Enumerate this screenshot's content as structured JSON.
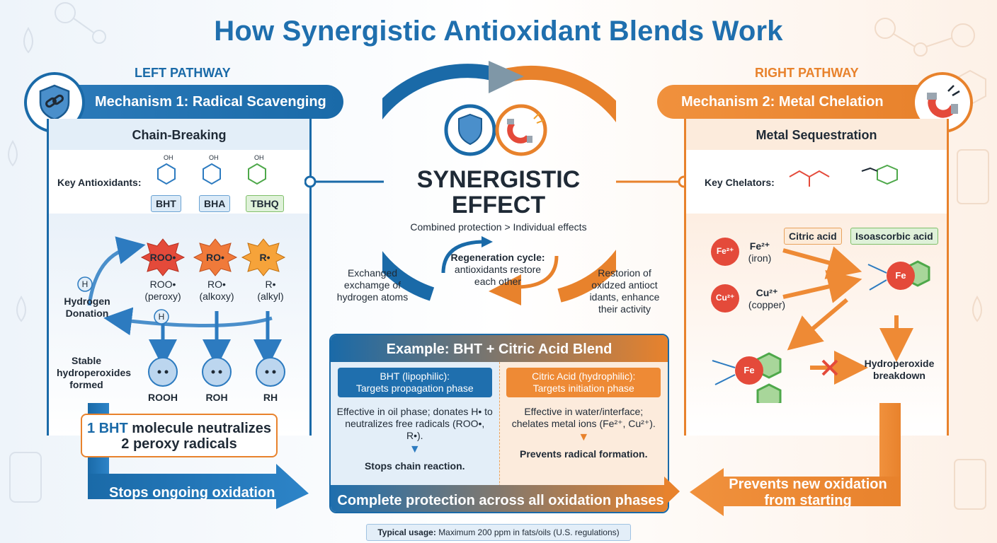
{
  "title": "How Synergistic Antioxidant Blends Work",
  "colors": {
    "blue": "#1a6aa8",
    "orange": "#e8822c",
    "green": "#7fbf6a",
    "red": "#e44a3a"
  },
  "left": {
    "path_label": "LEFT PATHWAY",
    "mechanism": "Mechanism 1: Radical Scavenging",
    "subheader": "Chain-Breaking",
    "key_label": "Key Antioxidants:",
    "antioxidants": [
      "BHT",
      "BHA",
      "TBHQ"
    ],
    "radicals": [
      {
        "badge": "ROO•",
        "name": "ROO•",
        "kind": "(peroxy)",
        "product": "ROOH"
      },
      {
        "badge": "RO•",
        "name": "RO•",
        "kind": "(alkoxy)",
        "product": "ROH"
      },
      {
        "badge": "R•",
        "name": "R•",
        "kind": "(alkyl)",
        "product": "RH"
      }
    ],
    "h_symbol": "H",
    "hydrogen_donation": "Hydrogen Donation",
    "stable": "Stable hydroperoxides formed",
    "callout_prefix": "1 BHT",
    "callout_rest": "molecule neutralizes",
    "callout_line2": "2 peroxy radicals",
    "bottom_arrow": "Stops ongoing oxidation"
  },
  "center": {
    "synergistic_line1": "SYNERGISTIC",
    "synergistic_line2": "EFFECT",
    "combined": "Combined protection > Individual effects",
    "regen_title": "Regeneration cycle:",
    "regen_text": "antioxidants restore each other",
    "left_note": "Exchanged exchamge of hydrogen atoms",
    "right_note": "Restorion of oxidzed antioct idants, enhance their activity"
  },
  "example": {
    "title": "Example: BHT + Citric Acid Blend",
    "left_box_line1": "BHT (lipophilic):",
    "left_box_line2": "Targets propagation phase",
    "left_text": "Effective in oil phase; donates H• to neutralizes free radicals (ROO•, R•).",
    "left_stop": "Stops chain reaction.",
    "right_box_line1": "Citric Acid (hydrophilic):",
    "right_box_line2": "Targets initiation phase",
    "right_text": "Effective in water/interface; chelates metal ions (Fe²⁺, Cu²⁺).",
    "right_stop": "Prevents radical formation.",
    "footer": "Complete protection across all oxidation phases"
  },
  "right": {
    "path_label": "RIGHT PATHWAY",
    "mechanism": "Mechanism 2: Metal Chelation",
    "subheader": "Metal Sequestration",
    "key_label": "Key Chelators:",
    "chelators": [
      "Citric acid",
      "Isoascorbic acid"
    ],
    "metals": [
      {
        "symbol": "Fe²⁺",
        "ion": "Fe²⁺",
        "name": "(iron)"
      },
      {
        "symbol": "Cu²⁺",
        "ion": "Cu²⁺",
        "name": "(copper)"
      }
    ],
    "complex_label": "Fe",
    "breakdown": "Hydroperoxide breakdown",
    "bottom_arrow_line1": "Prevents new oxidation",
    "bottom_arrow_line2": "from starting"
  },
  "usage_bold": "Typical usage:",
  "usage_rest": "Maximum 200 ppm in fats/oils (U.S. regulations)",
  "icons": [
    "shield-chain-icon",
    "magnet-icon",
    "shield-icon",
    "molecule-icon",
    "x-mark-icon"
  ]
}
